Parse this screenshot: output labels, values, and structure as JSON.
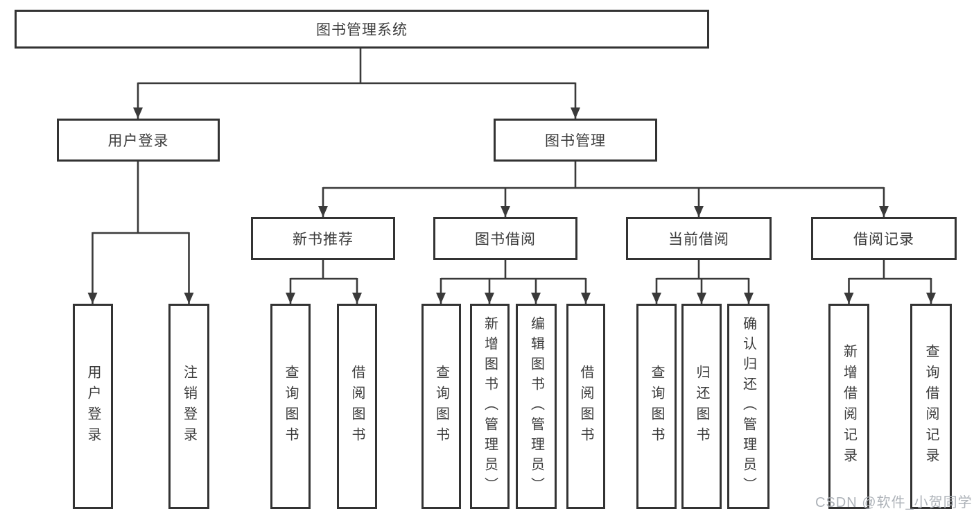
{
  "root": {
    "label": "图书管理系统"
  },
  "branches": [
    {
      "label": "用户登录",
      "children": [
        "用户登录",
        "注销登录"
      ]
    },
    {
      "label": "图书管理",
      "children": [
        {
          "label": "新书推荐",
          "children": [
            "查询图书",
            "借阅图书"
          ]
        },
        {
          "label": "图书借阅",
          "children": [
            "查询图书",
            "新增图书（管理员）",
            "编辑图书（管理员）",
            "借阅图书"
          ]
        },
        {
          "label": "当前借阅",
          "children": [
            "查询图书",
            "归还图书",
            "确认归还（管理员）"
          ]
        },
        {
          "label": "借阅记录",
          "children": [
            "新增借阅记录",
            "查询借阅记录"
          ]
        }
      ]
    }
  ],
  "watermark": "CSDN @软件_小贺同学",
  "colors": {
    "line": "#3a3a3a",
    "node_border": "#333333",
    "text": "#3c3c3c",
    "watermark": "#aeb3b9",
    "background": "#ffffff"
  }
}
